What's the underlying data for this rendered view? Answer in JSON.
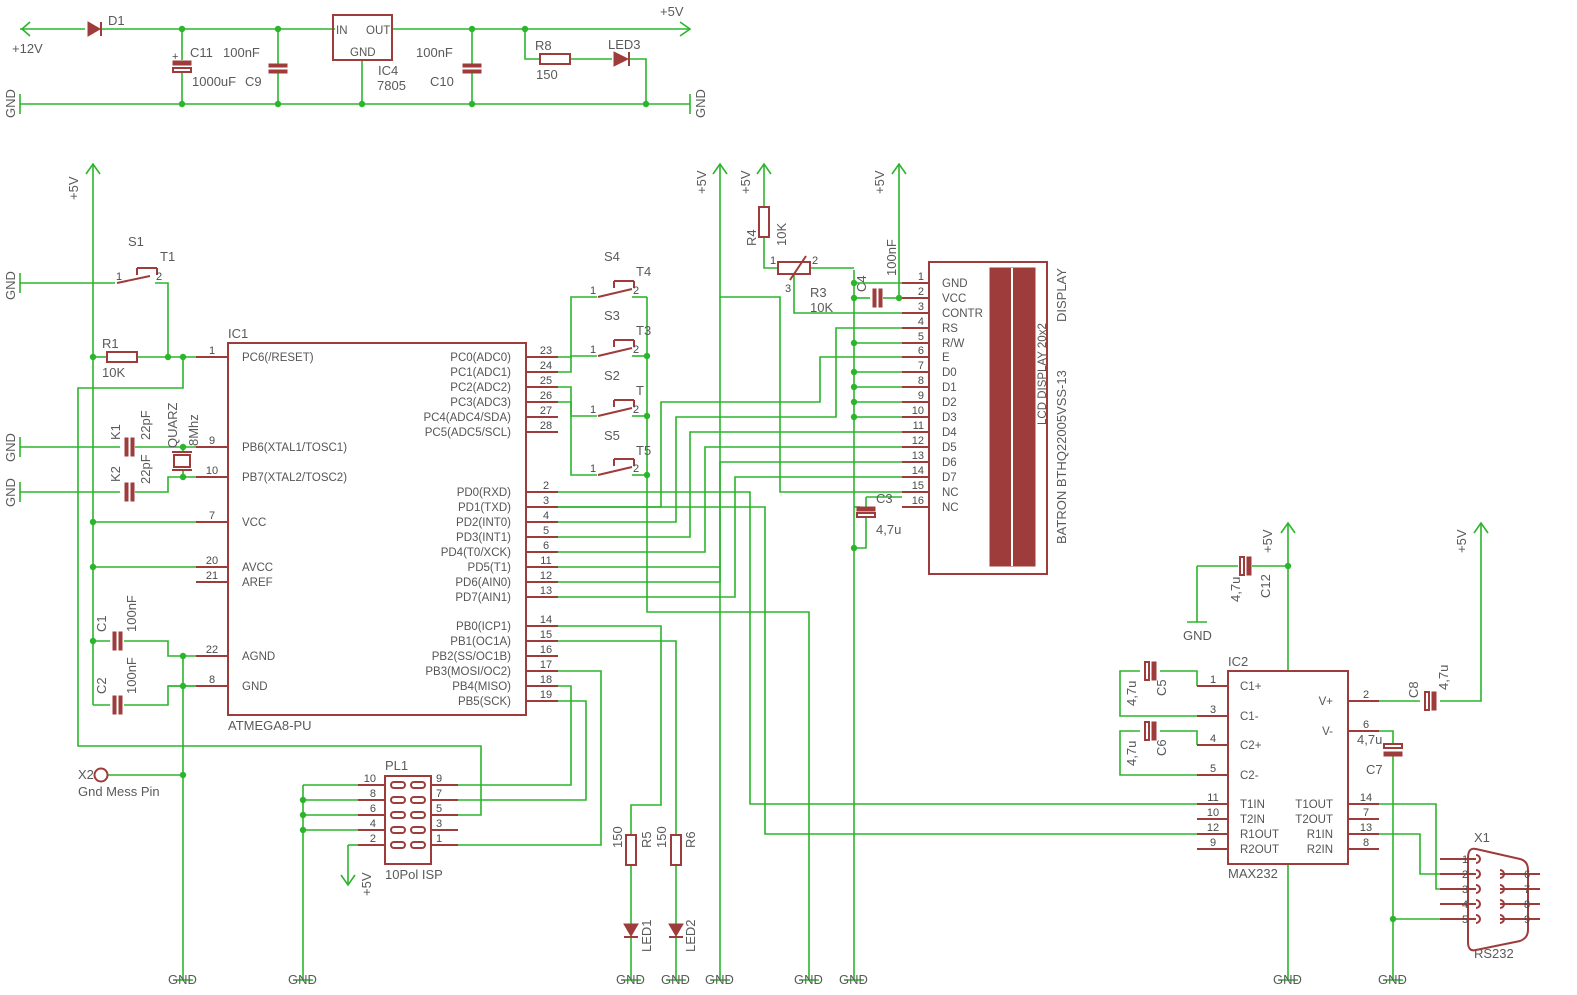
{
  "colors": {
    "wire": "#2bb52b",
    "part": "#9e3b3b",
    "text": "#555555"
  },
  "power": {
    "vin": "+12V",
    "d1": "D1",
    "vout": "+5V",
    "c11": "C11",
    "c11_val": "1000uF",
    "c9": "C9",
    "c9_val": "100nF",
    "ic4": "IC4",
    "ic4_val": "7805",
    "ic4_in": "IN",
    "ic4_out": "OUT",
    "ic4_gnd": "GND",
    "c10": "C10",
    "c10_val": "100nF",
    "r8": "R8",
    "r8_val": "150",
    "led3": "LED3",
    "gnd": "GND"
  },
  "mcu": {
    "name": "IC1",
    "part": "ATMEGA8-PU",
    "left_pins": [
      {
        "num": "1",
        "name": "PC6(/RESET)"
      },
      {
        "num": "9",
        "name": "PB6(XTAL1/TOSC1)"
      },
      {
        "num": "10",
        "name": "PB7(XTAL2/TOSC2)"
      },
      {
        "num": "7",
        "name": "VCC"
      },
      {
        "num": "20",
        "name": "AVCC"
      },
      {
        "num": "21",
        "name": "AREF"
      },
      {
        "num": "22",
        "name": "AGND"
      },
      {
        "num": "8",
        "name": "GND"
      }
    ],
    "right_pins": [
      {
        "num": "23",
        "name": "PC0(ADC0)"
      },
      {
        "num": "24",
        "name": "PC1(ADC1)"
      },
      {
        "num": "25",
        "name": "PC2(ADC2)"
      },
      {
        "num": "26",
        "name": "PC3(ADC3)"
      },
      {
        "num": "27",
        "name": "PC4(ADC4/SDA)"
      },
      {
        "num": "28",
        "name": "PC5(ADC5/SCL)"
      },
      {
        "num": "2",
        "name": "PD0(RXD)"
      },
      {
        "num": "3",
        "name": "PD1(TXD)"
      },
      {
        "num": "4",
        "name": "PD2(INT0)"
      },
      {
        "num": "5",
        "name": "PD3(INT1)"
      },
      {
        "num": "6",
        "name": "PD4(T0/XCK)"
      },
      {
        "num": "11",
        "name": "PD5(T1)"
      },
      {
        "num": "12",
        "name": "PD6(AIN0)"
      },
      {
        "num": "13",
        "name": "PD7(AIN1)"
      },
      {
        "num": "14",
        "name": "PB0(ICP1)"
      },
      {
        "num": "15",
        "name": "PB1(OC1A)"
      },
      {
        "num": "16",
        "name": "PB2(SS/OC1B)"
      },
      {
        "num": "17",
        "name": "PB3(MOSI/OC2)"
      },
      {
        "num": "18",
        "name": "PB4(MISO)"
      },
      {
        "num": "19",
        "name": "PB5(SCK)"
      }
    ]
  },
  "reset": {
    "s1": "S1",
    "t1": "T1",
    "p1": "1",
    "p2": "2",
    "r1": "R1",
    "r1_val": "10K"
  },
  "crystal": {
    "k1": "K1",
    "k1_val": "22pF",
    "k2": "K2",
    "k2_val": "22pF",
    "q": "QUARZ",
    "q_val": "8Mhz"
  },
  "decoupling": {
    "c1": "C1",
    "c1_val": "100nF",
    "c2": "C2",
    "c2_val": "100nF"
  },
  "buttons": [
    {
      "s": "S4",
      "t": "T4"
    },
    {
      "s": "S3",
      "t": "T3"
    },
    {
      "s": "S2",
      "t": "T"
    },
    {
      "s": "S5",
      "t": "T5"
    }
  ],
  "lcd": {
    "pins": [
      {
        "num": "1",
        "name": "GND"
      },
      {
        "num": "2",
        "name": "VCC"
      },
      {
        "num": "3",
        "name": "CONTR"
      },
      {
        "num": "4",
        "name": "RS"
      },
      {
        "num": "5",
        "name": "R/W"
      },
      {
        "num": "6",
        "name": "E"
      },
      {
        "num": "7",
        "name": "D0"
      },
      {
        "num": "8",
        "name": "D1"
      },
      {
        "num": "9",
        "name": "D2"
      },
      {
        "num": "10",
        "name": "D3"
      },
      {
        "num": "11",
        "name": "D4"
      },
      {
        "num": "12",
        "name": "D5"
      },
      {
        "num": "13",
        "name": "D6"
      },
      {
        "num": "14",
        "name": "D7"
      },
      {
        "num": "15",
        "name": "NC"
      },
      {
        "num": "16",
        "name": "NC"
      }
    ],
    "title": "DISPLAY",
    "inner": "LCD DISPLAY 20x2",
    "inner2": "BATRON BTHQ22005VSS-13",
    "r4": "R4",
    "r4_val": "10K",
    "r3": "R3",
    "r3_val": "10K",
    "r3_p1": "1",
    "r3_p2": "2",
    "r3_p3": "3",
    "c4": "C4",
    "c4_val": "100nF",
    "c3": "C3",
    "c3_val": "4,7u"
  },
  "isp": {
    "name": "PL1",
    "part": "10Pol ISP",
    "left_nums": [
      "10",
      "8",
      "6",
      "4",
      "2"
    ],
    "right_nums": [
      "9",
      "7",
      "5",
      "3",
      "1"
    ]
  },
  "leds": {
    "r5": "R5",
    "r5_val": "150",
    "r6": "R6",
    "r6_val": "150",
    "led1": "LED1",
    "led2": "LED2"
  },
  "testpin": {
    "name": "X2",
    "label": "Gnd Mess Pin"
  },
  "max232": {
    "name": "IC2",
    "part": "MAX232",
    "left_pins": [
      {
        "num": "1",
        "name": "C1+"
      },
      {
        "num": "3",
        "name": "C1-"
      },
      {
        "num": "4",
        "name": "C2+"
      },
      {
        "num": "5",
        "name": "C2-"
      },
      {
        "num": "11",
        "name": "T1IN"
      },
      {
        "num": "10",
        "name": "T2IN"
      },
      {
        "num": "12",
        "name": "R1OUT"
      },
      {
        "num": "9",
        "name": "R2OUT"
      }
    ],
    "right_pins": [
      {
        "num": "2",
        "name": "V+"
      },
      {
        "num": "6",
        "name": "V-"
      },
      {
        "num": "14",
        "name": "T1OUT"
      },
      {
        "num": "7",
        "name": "T2OUT"
      },
      {
        "num": "13",
        "name": "R1IN"
      },
      {
        "num": "8",
        "name": "R2IN"
      }
    ],
    "c5": "C5",
    "c6": "C6",
    "c7": "C7",
    "c8": "C8",
    "c12": "C12",
    "cap_val": "4,7u"
  },
  "rs232": {
    "name": "X1",
    "part": "RS232",
    "left": [
      "1",
      "2",
      "3",
      "4",
      "5"
    ],
    "right": [
      "6",
      "7",
      "8",
      "9"
    ]
  }
}
